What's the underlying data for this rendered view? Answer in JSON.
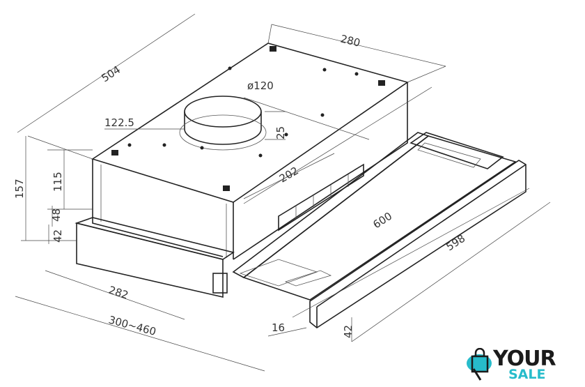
{
  "dimensions": {
    "depth_top": "280",
    "length_diag": "504",
    "duct_diameter": "ø120",
    "duct_offset": "122.5",
    "duct_height": "25",
    "duct_depth": "202",
    "total_height": "157",
    "body_height": "115",
    "lower_height": "48",
    "front_height": "42",
    "slide_length": "600",
    "front_width": "598",
    "body_width": "282",
    "width_range": "300~460",
    "panel_offset": "16",
    "panel_height": "42"
  },
  "logo": {
    "line1": "YOUR",
    "line2": "SALE",
    "accent_color": "#27bccb"
  }
}
